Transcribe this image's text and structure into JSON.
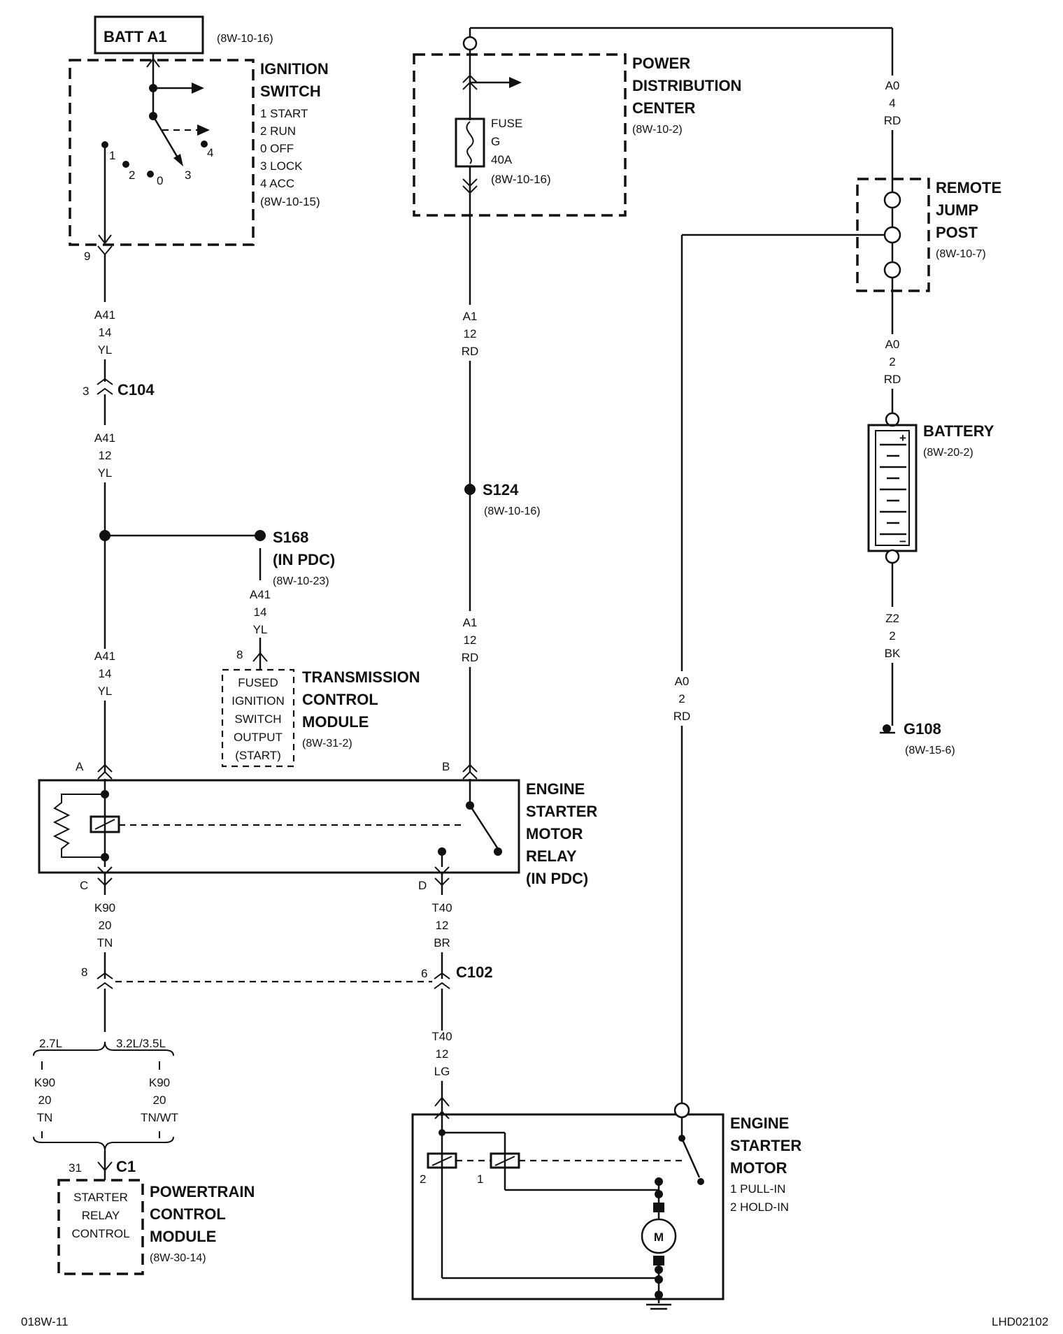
{
  "batt_label": "BATT A1",
  "batt_ref": "(8W-10-16)",
  "ignition": {
    "title1": "IGNITION",
    "title2": "SWITCH",
    "positions": [
      "1 START",
      "2 RUN",
      "0 OFF",
      "3 LOCK",
      "4 ACC"
    ],
    "ref": "(8W-10-15)",
    "contacts": [
      "1",
      "2",
      "0",
      "3",
      "4"
    ],
    "pin": "9"
  },
  "pdc": {
    "title1": "POWER",
    "title2": "DISTRIBUTION",
    "title3": "CENTER",
    "ref": "(8W-10-2)",
    "fuse": [
      "FUSE",
      "G",
      "40A",
      "(8W-10-16)"
    ]
  },
  "jump_post": {
    "title1": "REMOTE",
    "title2": "JUMP",
    "title3": "POST",
    "ref": "(8W-10-7)"
  },
  "battery": {
    "title": "BATTERY",
    "ref": "(8W-20-2)",
    "plus": "+",
    "minus": "−"
  },
  "ground": {
    "title": "G108",
    "ref": "(8W-15-6)"
  },
  "wires": {
    "a41_14_top": [
      "A41",
      "14",
      "YL"
    ],
    "a41_12": [
      "A41",
      "12",
      "YL"
    ],
    "a41_14_right": [
      "A41",
      "14",
      "YL"
    ],
    "a41_14_low": [
      "A41",
      "14",
      "YL"
    ],
    "a1_top": [
      "A1",
      "12",
      "RD"
    ],
    "a1_low": [
      "A1",
      "12",
      "RD"
    ],
    "a0_4": [
      "A0",
      "4",
      "RD"
    ],
    "a0_2_bat": [
      "A0",
      "2",
      "RD"
    ],
    "a0_2_long": [
      "A0",
      "2",
      "RD"
    ],
    "z2": [
      "Z2",
      "2",
      "BK"
    ],
    "k90_20": [
      "K90",
      "20",
      "TN"
    ],
    "t40_br": [
      "T40",
      "12",
      "BR"
    ],
    "t40_lg": [
      "T40",
      "12",
      "LG"
    ],
    "k90_left": [
      "K90",
      "20",
      "TN"
    ],
    "k90_right": [
      "K90",
      "20",
      "TN/WT"
    ]
  },
  "c104": {
    "pin": "3",
    "name": "C104"
  },
  "s124": {
    "name": "S124",
    "ref": "(8W-10-16)"
  },
  "s168": {
    "name": "S168",
    "sub": "(IN PDC)",
    "ref": "(8W-10-23)"
  },
  "tcm": {
    "pin": "8",
    "inner": [
      "FUSED",
      "IGNITION",
      "SWITCH",
      "OUTPUT",
      "(START)"
    ],
    "title1": "TRANSMISSION",
    "title2": "CONTROL",
    "title3": "MODULE",
    "ref": "(8W-31-2)"
  },
  "relay": {
    "title": [
      "ENGINE",
      "STARTER",
      "MOTOR",
      "RELAY",
      "(IN PDC)"
    ],
    "pins": {
      "a": "A",
      "b": "B",
      "c": "C",
      "d": "D"
    }
  },
  "c102": {
    "left_pin": "8",
    "right_pin": "6",
    "name": "C102"
  },
  "engine_split": {
    "left": "2.7L",
    "right": "3.2L/3.5L"
  },
  "pcm": {
    "pin": "31",
    "connector": "C1",
    "inner": [
      "STARTER",
      "RELAY",
      "CONTROL"
    ],
    "title1": "POWERTRAIN",
    "title2": "CONTROL",
    "title3": "MODULE",
    "ref": "(8W-30-14)"
  },
  "starter": {
    "title": [
      "ENGINE",
      "STARTER",
      "MOTOR"
    ],
    "legend": [
      "1 PULL-IN",
      "2 HOLD-IN"
    ],
    "coil2": "2",
    "coil1": "1",
    "motor": "M"
  },
  "footer": {
    "left": "018W-11",
    "right": "LHD02102"
  }
}
